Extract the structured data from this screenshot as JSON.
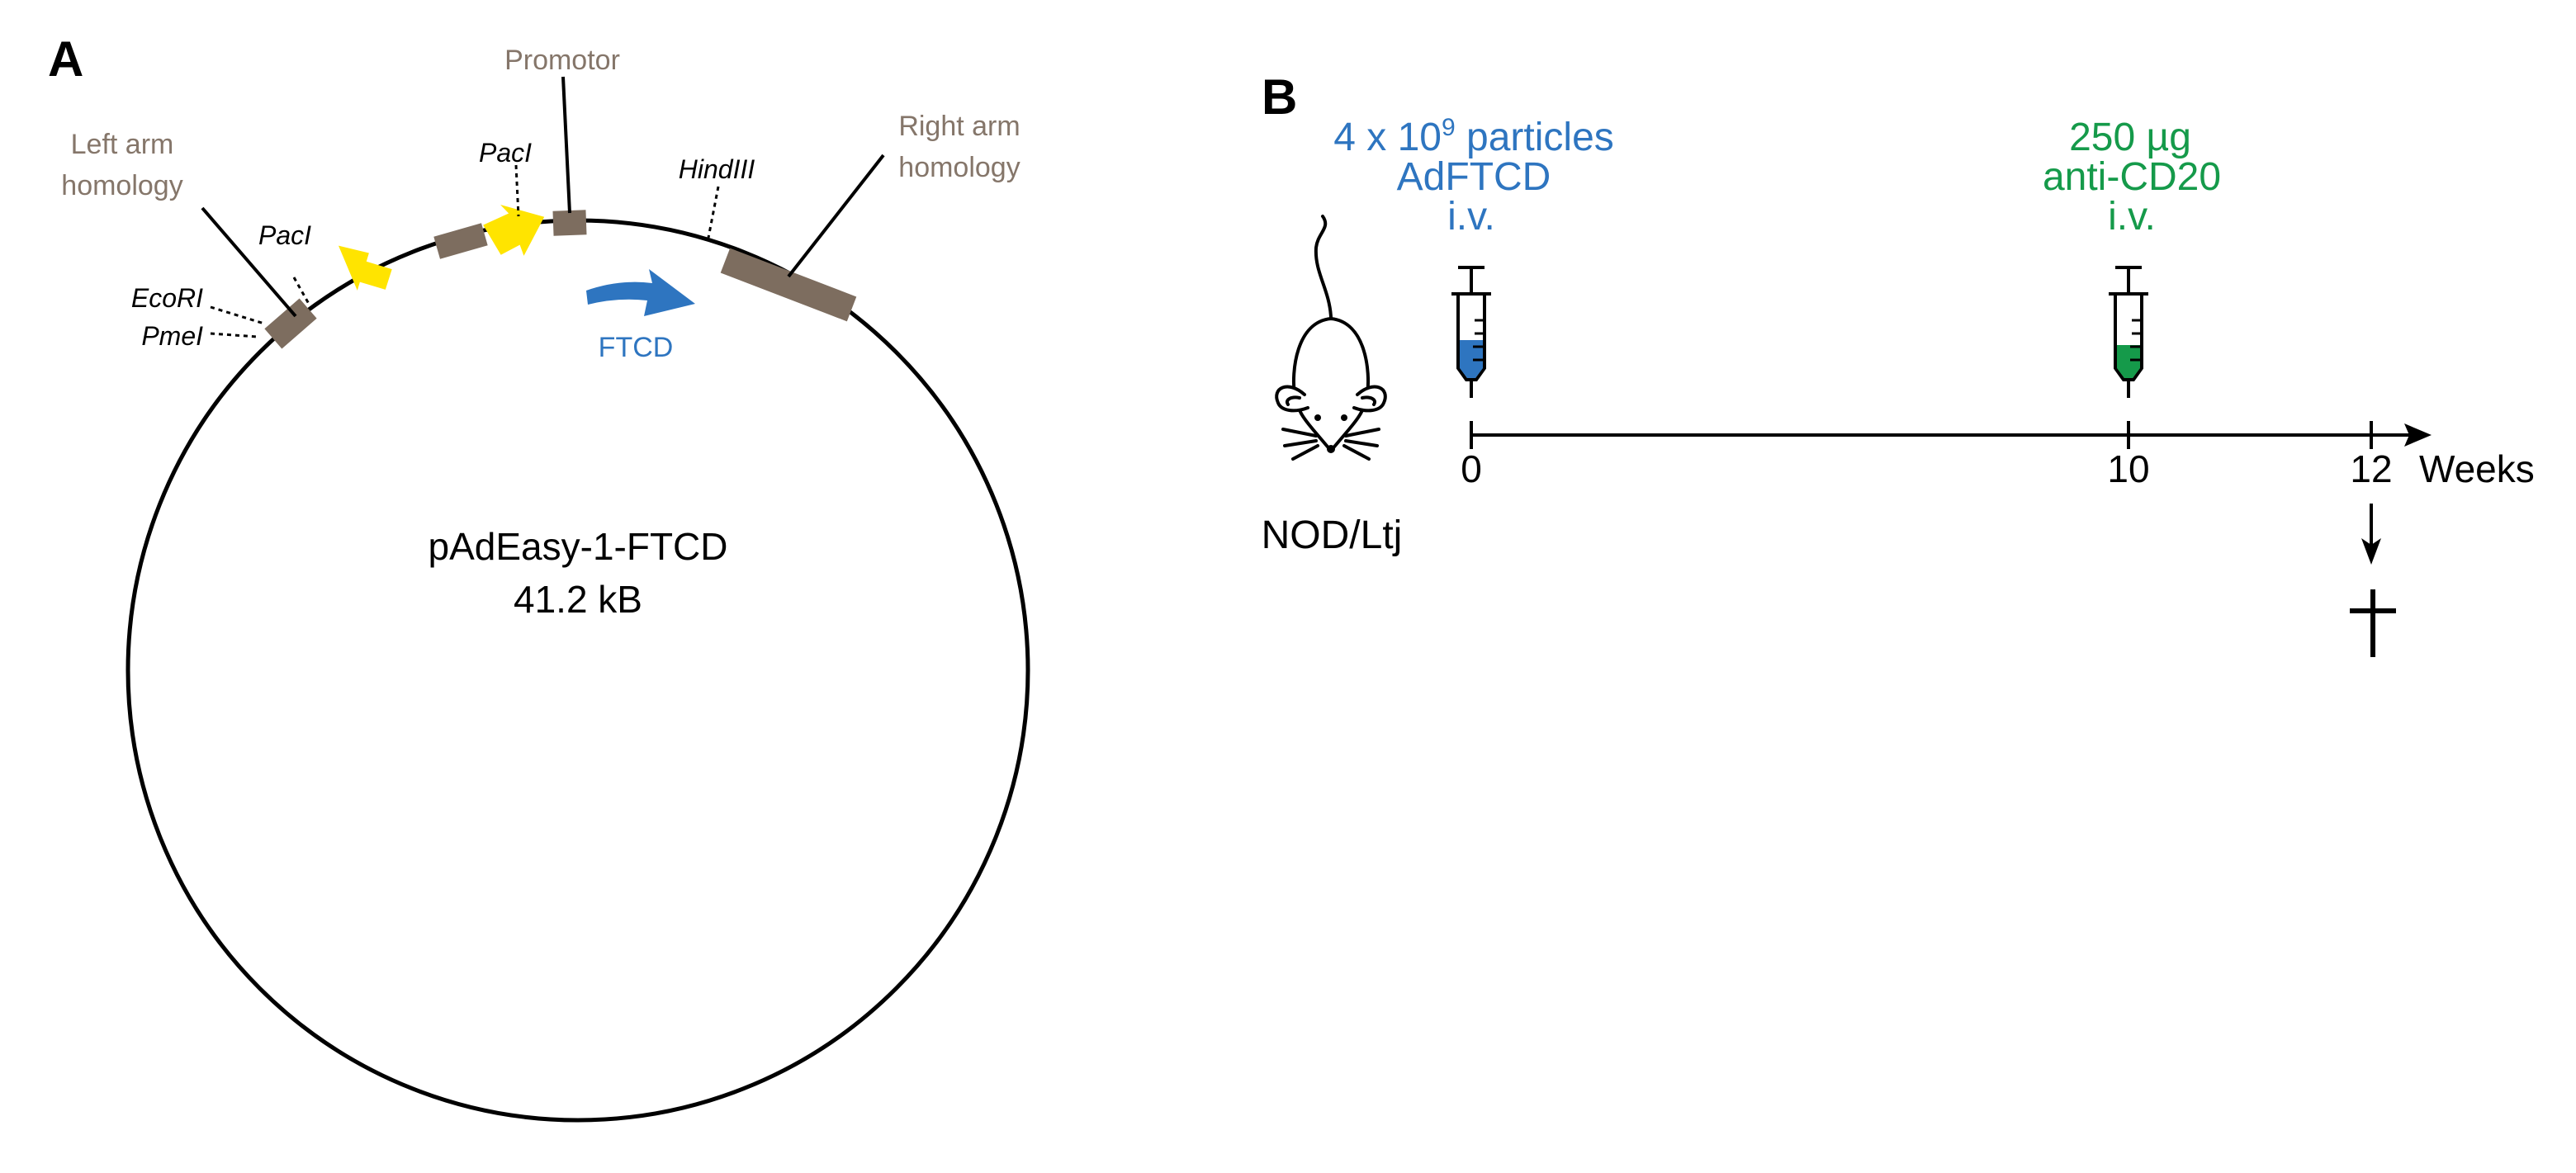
{
  "panel_a": {
    "letter": "A",
    "plasmid_name": "pAdEasy-1-FTCD",
    "plasmid_size": "41.2 kB",
    "labels": {
      "left_arm_line1": "Left arm",
      "left_arm_line2": "homology",
      "promotor": "Promotor",
      "right_arm_line1": "Right arm",
      "right_arm_line2": "homology",
      "paci_left": "PacI",
      "paci_top": "PacI",
      "hindiii": "HindIII",
      "ecori": "EcoRI",
      "pmei": "PmeI",
      "ftcd": "FTCD"
    },
    "colors": {
      "segment": "#7d6d5f",
      "arrow_yellow": "#ffe400",
      "arrow_blue": "#2e75c0",
      "label_brown": "#85766a"
    }
  },
  "panel_b": {
    "letter": "B",
    "strain": "NOD/Ltj",
    "injection1": {
      "line1_prefix": "4 x 10",
      "line1_sup": "9",
      "line1_suffix": " particles",
      "line2": "AdFTCD",
      "line3": "i.v.",
      "color": "#2e75c0"
    },
    "injection2": {
      "line1": "250 µg",
      "line2": "anti-CD20",
      "line3": "i.v.",
      "color": "#159a4a"
    },
    "timeline": {
      "ticks": [
        "0",
        "10",
        "12"
      ],
      "unit": "Weeks"
    },
    "death_symbol": "†"
  }
}
